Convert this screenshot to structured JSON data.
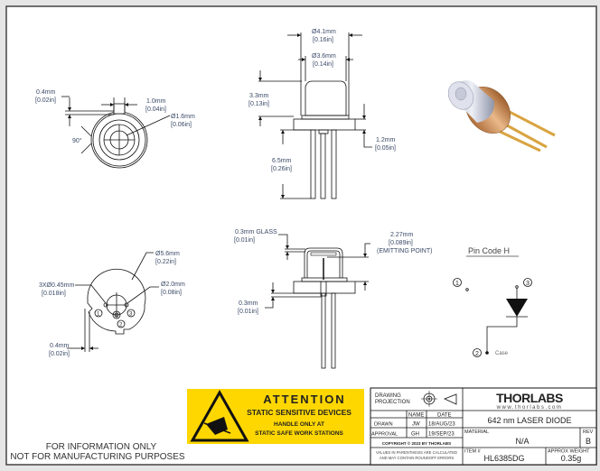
{
  "views": {
    "front": {
      "slot_width": "1.0mm",
      "slot_width_in": "[0.04in]",
      "slot_depth": "0.4mm",
      "slot_depth_in": "[0.02in]",
      "window": "Ø1.6mm",
      "window_in": "[0.06in]",
      "angle": "90°"
    },
    "side": {
      "flange": "Ø4.1mm",
      "flange_in": "[0.16in]",
      "cap": "Ø3.6mm",
      "cap_in": "[0.14in]",
      "cap_height": "3.3mm",
      "cap_height_in": "[0.13in]",
      "flange_thick": "1.2mm",
      "flange_thick_in": "[0.05in]",
      "lead_length": "6.5mm",
      "lead_length_in": "[0.26in]"
    },
    "bottom": {
      "diameter": "Ø5.6mm",
      "diameter_in": "[0.22in]",
      "pin_dia": "3XØ0.45mm",
      "pin_dia_in": "[0.018in]",
      "pcd": "Ø2.0mm",
      "pcd_in": "[0.08in]",
      "notch": "0.4mm",
      "notch_in": "[0.02in]",
      "pins": [
        "1",
        "2",
        "3"
      ]
    },
    "section": {
      "glass": "0.3mm  GLASS",
      "glass_in": "[0.01in]",
      "emit": "2.27mm",
      "emit_in": "[0.089in]",
      "emit_label": "(EMITTING POINT)",
      "step": "0.3mm",
      "step_in": "[0.01in]"
    }
  },
  "pin_code": {
    "title": "Pin Code H",
    "pins": [
      "1",
      "2",
      "3"
    ],
    "case_label": "Case"
  },
  "esd": {
    "title": "ATTENTION",
    "subtitle": "STATIC SENSITIVE DEVICES",
    "line1": "HANDLE ONLY AT",
    "line2": "STATIC SAFE WORK STATIONS"
  },
  "footer_note": [
    "FOR INFORMATION ONLY",
    "NOT FOR MANUFACTURING PURPOSES"
  ],
  "title_block": {
    "projection_label": [
      "DRAWING",
      "PROJECTION"
    ],
    "col_name": "NAME",
    "col_date": "DATE",
    "rows": [
      {
        "role": "DRAWN",
        "name": "JW",
        "date": "18/AUG/23"
      },
      {
        "role": "APPROVAL",
        "name": "GH",
        "date": "19/SEP/23"
      }
    ],
    "copyright": "COPYRIGHT © 2023 BY THORLABS",
    "note": [
      "VALUES IN PARENTHESIS ARE CALCULATED",
      "AND MAY CONTAIN ROUNDOFF ERRORS"
    ],
    "logo": "THORLABS",
    "website": "www.thorlabs.com",
    "title": "642 nm LASER DIODE",
    "material_label": "MATERIAL",
    "material": "N/A",
    "rev_label": "REV",
    "rev": "B",
    "item_label": "ITEM #",
    "item": "HL6385DG",
    "weight_label": "APPROX WEIGHT",
    "weight": "0.35g"
  },
  "colors": {
    "esd_yellow": "#ffd700",
    "dim_text": "#3a4a66",
    "gold": "#d9a441"
  }
}
